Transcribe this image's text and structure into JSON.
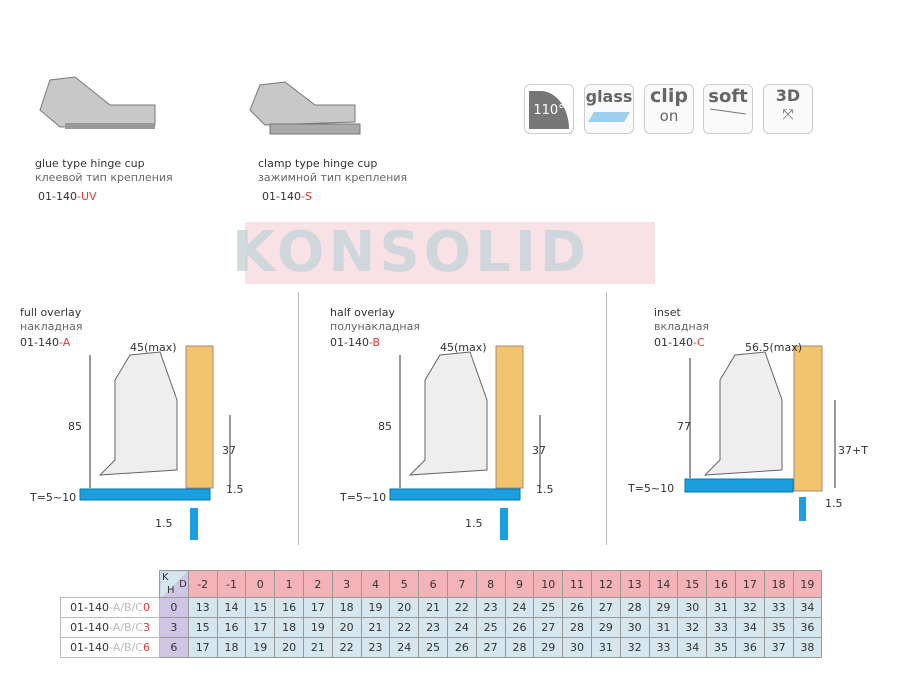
{
  "cups": [
    {
      "label_en": "glue type hinge cup",
      "label_ru": "клеевой тип крепления",
      "code": "01-140",
      "suffix": "-UV"
    },
    {
      "label_en": "clamp type hinge cup",
      "label_ru": "зажимной тип крепления",
      "code": "01-140",
      "suffix": "-S"
    }
  ],
  "features": [
    {
      "icon": "angle-110-icon",
      "label": "110°"
    },
    {
      "icon": "glass-icon",
      "label": "glass"
    },
    {
      "icon": "clip-on-icon",
      "label": "clip",
      "sub": "on"
    },
    {
      "icon": "soft-close-icon",
      "label": "soft"
    },
    {
      "icon": "3d-adjust-icon",
      "label": "3D"
    }
  ],
  "watermark": "KONSOLID",
  "diagrams": [
    {
      "title_en": "full overlay",
      "title_ru": "накладная",
      "code": "01-140",
      "suffix": "-A",
      "width": "45(max)",
      "height": "85",
      "cup": "37",
      "thickness": "T=5~10",
      "gap1": "1.5",
      "gap2": "1.5"
    },
    {
      "title_en": "half overlay",
      "title_ru": "полунакладная",
      "code": "01-140",
      "suffix": "-B",
      "width": "45(max)",
      "height": "85",
      "cup": "37",
      "thickness": "T=5~10",
      "gap1": "1.5",
      "gap2": "1.5"
    },
    {
      "title_en": "inset",
      "title_ru": "вкладная",
      "code": "01-140",
      "suffix": "-C",
      "width": "56.5(max)",
      "height": "77",
      "cup": "37+T",
      "thickness": "T=5~10",
      "gap1": "1.5"
    }
  ],
  "table": {
    "corner": {
      "k": "K",
      "d": "D",
      "h": "H"
    },
    "d_values": [
      "-2",
      "-1",
      "0",
      "1",
      "2",
      "3",
      "4",
      "5",
      "6",
      "7",
      "8",
      "9",
      "10",
      "11",
      "12",
      "13",
      "14",
      "15",
      "16",
      "17",
      "18",
      "19"
    ],
    "rows": [
      {
        "code": "01-140",
        "variant": "-A/B/C",
        "suffix": "0",
        "h": "0",
        "values": [
          "13",
          "14",
          "15",
          "16",
          "17",
          "18",
          "19",
          "20",
          "21",
          "22",
          "23",
          "24",
          "25",
          "26",
          "27",
          "28",
          "29",
          "30",
          "31",
          "32",
          "33",
          "34"
        ]
      },
      {
        "code": "01-140",
        "variant": "-A/B/C",
        "suffix": "3",
        "h": "3",
        "values": [
          "15",
          "16",
          "17",
          "18",
          "19",
          "20",
          "21",
          "22",
          "23",
          "24",
          "25",
          "26",
          "27",
          "28",
          "29",
          "30",
          "31",
          "32",
          "33",
          "34",
          "35",
          "36"
        ]
      },
      {
        "code": "01-140",
        "variant": "-A/B/C",
        "suffix": "6",
        "h": "6",
        "values": [
          "17",
          "18",
          "19",
          "20",
          "21",
          "22",
          "23",
          "24",
          "25",
          "26",
          "27",
          "28",
          "29",
          "30",
          "31",
          "32",
          "33",
          "34",
          "35",
          "36",
          "37",
          "38"
        ]
      }
    ]
  }
}
